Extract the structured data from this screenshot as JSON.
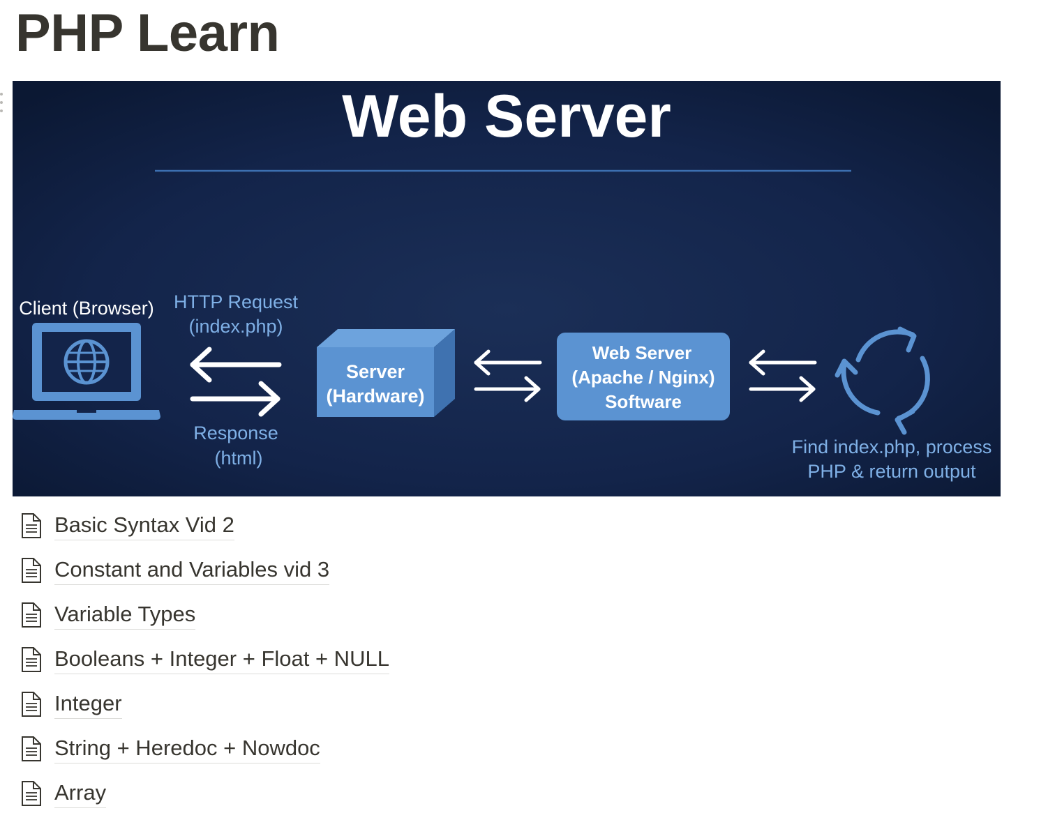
{
  "page": {
    "title": "PHP Learn"
  },
  "diagram": {
    "title": "Web Server",
    "client_label": "Client (Browser)",
    "request_label_line1": "HTTP Request",
    "request_label_line2": "(index.php)",
    "response_label_line1": "Response",
    "response_label_line2": "(html)",
    "server_line1": "Server",
    "server_line2": "(Hardware)",
    "webserver_line1": "Web Server",
    "webserver_line2": "(Apache / Nginx)",
    "webserver_line3": "Software",
    "process_line1": "Find index.php, process",
    "process_line2": "PHP & return output",
    "icons": [
      "laptop-globe-icon",
      "server-box-icon",
      "refresh-cycle-icon"
    ],
    "colors": {
      "background": "#0f1f3f",
      "accent_blue": "#5b93d2",
      "text_white": "#ffffff",
      "label_blue": "#7fb0e6"
    }
  },
  "subpages": [
    {
      "label": "Basic Syntax Vid 2",
      "icon": "page-icon"
    },
    {
      "label": "Constant and Variables vid 3",
      "icon": "page-icon"
    },
    {
      "label": "Variable Types",
      "icon": "page-icon"
    },
    {
      "label": "Booleans + Integer + Float + NULL",
      "icon": "page-icon"
    },
    {
      "label": "Integer",
      "icon": "page-icon"
    },
    {
      "label": "String + Heredoc + Nowdoc",
      "icon": "page-icon"
    },
    {
      "label": "Array",
      "icon": "page-icon"
    }
  ]
}
